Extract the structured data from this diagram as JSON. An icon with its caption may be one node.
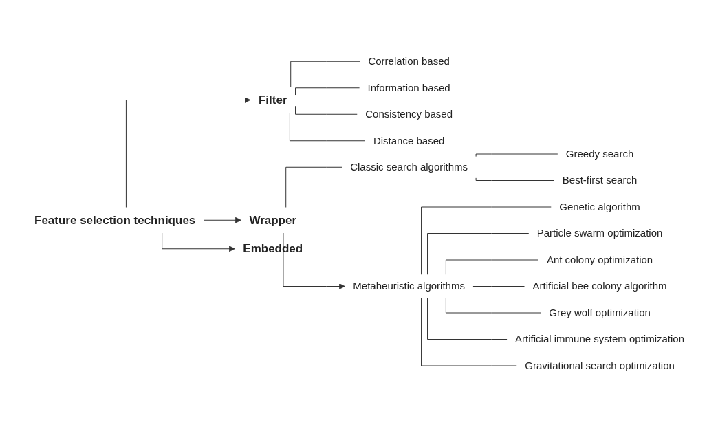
{
  "diagram": {
    "nodes": [
      {
        "text": [
          "Feature selection techniques"
        ]
      },
      {
        "text": [
          "Filter"
        ]
      },
      {
        "text": [
          "Wrapper"
        ]
      },
      {
        "text": [
          "Embedded"
        ]
      },
      {
        "text": [
          "Correlation based"
        ]
      },
      {
        "text": [
          "Information based"
        ]
      },
      {
        "text": [
          "Consistency based"
        ]
      },
      {
        "text": [
          "Distance based"
        ]
      },
      {
        "text": [
          "Classic search algorithms"
        ]
      },
      {
        "text": [
          "Metaheuristic algorithms"
        ]
      },
      {
        "text": [
          "Greedy search"
        ]
      },
      {
        "text": [
          "Best-first search"
        ]
      },
      {
        "text": [
          "Genetic algorithm"
        ]
      },
      {
        "text": [
          "Particle swarm optimization"
        ]
      },
      {
        "text": [
          "Ant colony optimization"
        ]
      },
      {
        "text": [
          "Artificial bee colony algorithm"
        ]
      },
      {
        "text": [
          "Grey wolf optimization"
        ]
      },
      {
        "text": [
          "Artificial immune system optimization"
        ]
      },
      {
        "text": [
          "Gravitational search optimization"
        ]
      }
    ],
    "edges": [
      {
        "from": 0,
        "to": 1,
        "arrow": "to"
      },
      {
        "from": 0,
        "to": 2,
        "arrow": "to"
      },
      {
        "from": 0,
        "to": 3,
        "arrow": "to"
      },
      {
        "from": 1,
        "to": 4,
        "arrow": "none"
      },
      {
        "from": 1,
        "to": 5,
        "arrow": "none"
      },
      {
        "from": 1,
        "to": 6,
        "arrow": "none"
      },
      {
        "from": 1,
        "to": 7,
        "arrow": "none"
      },
      {
        "from": 2,
        "to": 8,
        "arrow": "none"
      },
      {
        "from": 2,
        "to": 9,
        "arrow": "to"
      },
      {
        "from": 8,
        "to": 10,
        "arrow": "none"
      },
      {
        "from": 8,
        "to": 11,
        "arrow": "none"
      },
      {
        "from": 9,
        "to": 12,
        "arrow": "none"
      },
      {
        "from": 9,
        "to": 13,
        "arrow": "none"
      },
      {
        "from": 9,
        "to": 14,
        "arrow": "none"
      },
      {
        "from": 9,
        "to": 15,
        "arrow": "none"
      },
      {
        "from": 9,
        "to": 16,
        "arrow": "none"
      },
      {
        "from": 9,
        "to": 17,
        "arrow": "none"
      },
      {
        "from": 9,
        "to": 18,
        "arrow": "none"
      }
    ]
  }
}
